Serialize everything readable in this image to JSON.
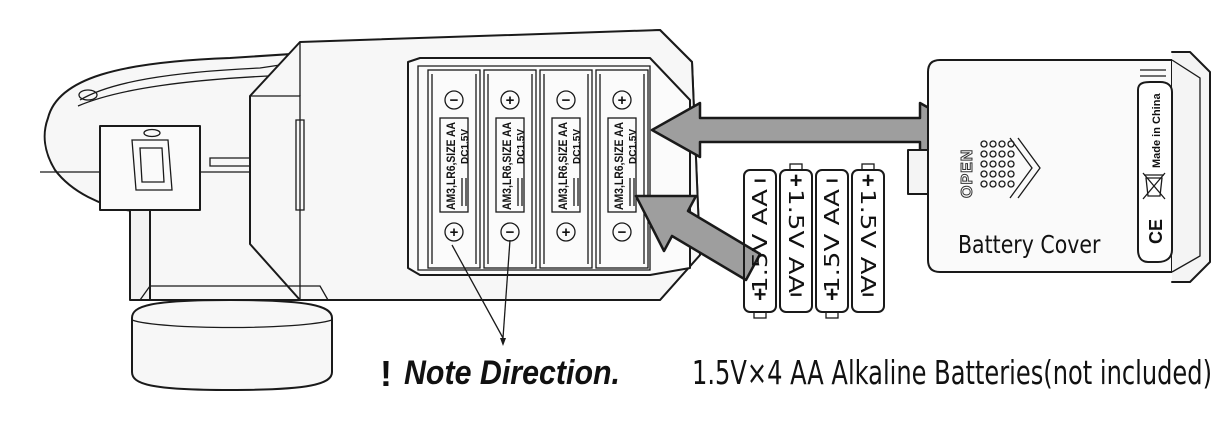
{
  "labels": {
    "battery_cover": "Battery Cover",
    "note_mark": "!",
    "note_direction": "Note Direction.",
    "batteries_caption": "1.5V×4 AA Alkaline Batteries(not included)",
    "made_in": "Made in China",
    "open": "OPEN",
    "ce": "CE"
  },
  "compartment_slots": [
    {
      "text": "AM3,LR6,SIZE AA",
      "voltage": "DC1.5V"
    },
    {
      "text": "AM3,LR6,SIZE AA",
      "voltage": "DC1.5V"
    },
    {
      "text": "AM3,LR6,SIZE AA",
      "voltage": "DC1.5V"
    },
    {
      "text": "AM3,LR6,SIZE AA",
      "voltage": "DC1.5V"
    }
  ],
  "batteries": [
    {
      "text": "1.5V AA"
    },
    {
      "text": "1.5V AA"
    },
    {
      "text": "1.5V AA"
    },
    {
      "text": "1.5V AA"
    }
  ],
  "symbols": {
    "plus": "+",
    "minus": "−"
  },
  "colors": {
    "line": "#1a1a1a",
    "arrow_fill": "#9e9e9e",
    "device_fill": "#f7f7f7"
  }
}
